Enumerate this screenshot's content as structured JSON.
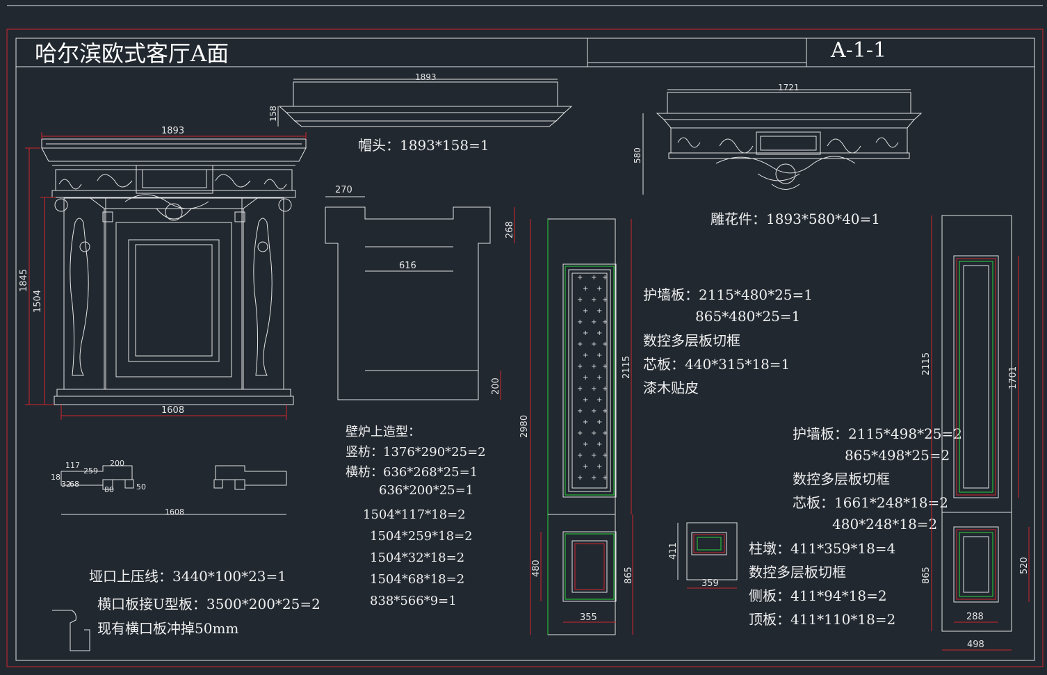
{
  "title_block": {
    "title": "哈尔滨欧式客厅A面",
    "sheet_no": "A-1-1"
  },
  "colors": {
    "background": "#212830",
    "line": "#e4e4e4",
    "red": "#d1262e",
    "green": "#2bd43a"
  },
  "dims": {
    "fp_width": "1893",
    "fp_height": "1845",
    "fp_inner_height": "1504",
    "fp_base_width": "1608",
    "cap_width": "1893",
    "cap_height": "158",
    "carve_width": "1721",
    "carve_height": "580",
    "upper_top": "270",
    "upper_mid": "616",
    "upper_right1": "268",
    "upper_right2": "200",
    "plan_a1": "117",
    "plan_a2": "259",
    "plan_a3": "200",
    "plan_a4": "18",
    "plan_a5": "50",
    "plan_a6": "80",
    "plan_a7": "32",
    "plan_a8": "68",
    "plan_total": "1608",
    "panel1_total": "2980",
    "panel1_top": "2115",
    "panel1_bottom": "865",
    "panel1_inner": "480",
    "panel1_width": "355",
    "post_h": "411",
    "post_w": "359",
    "panel2_top": "2115",
    "panel2_inner": "1701",
    "panel2_bottom": "865",
    "panel2_inner_b": "520",
    "panel2_inner_w": "288",
    "panel2_width": "498"
  },
  "notes": {
    "cap": "帽头：1893*158=1",
    "carve": "雕花件：1893*580*40=1",
    "wall1": [
      "护墙板：2115*480*25=1",
      "865*480*25=1",
      "数控多层板切框",
      "芯板：440*315*18=1",
      "漆木贴皮"
    ],
    "wall2": [
      "护墙板：2115*498*25=2",
      "865*498*25=2",
      "数控多层板切框",
      "芯板：1661*248*18=2",
      "480*248*18=2"
    ],
    "post": [
      "柱墩：411*359*18=4",
      "数控多层板切框",
      "侧板：411*94*18=2",
      "顶板：411*110*18=2"
    ],
    "upper": [
      "壁炉上造型：",
      "竖枋：1376*290*25=2",
      "横枋：636*268*25=1",
      "636*200*25=1",
      "1504*117*18=2",
      "1504*259*18=2",
      "1504*32*18=2",
      "1504*68*18=2",
      "838*566*9=1"
    ],
    "bottom": [
      "垭口上压线：3440*100*23=1",
      "横口板接U型板：3500*200*25=2",
      "现有横口板冲掉50mm"
    ]
  }
}
